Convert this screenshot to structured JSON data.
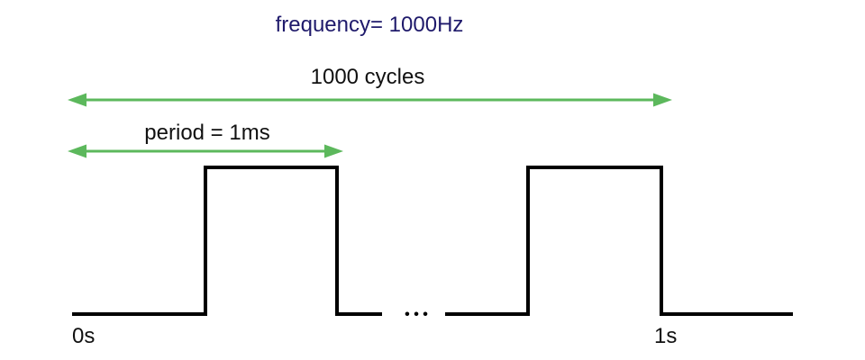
{
  "title": "frequency= 1000Hz",
  "cycles_label": "1000 cycles",
  "period_label": "period = 1ms",
  "ellipsis": "• • •",
  "time_start_label": "0s",
  "time_end_label": "1s",
  "colors": {
    "title": "#1f1a6b",
    "text": "#111111",
    "arrow": "#5cb85c",
    "wave": "#000000"
  }
}
